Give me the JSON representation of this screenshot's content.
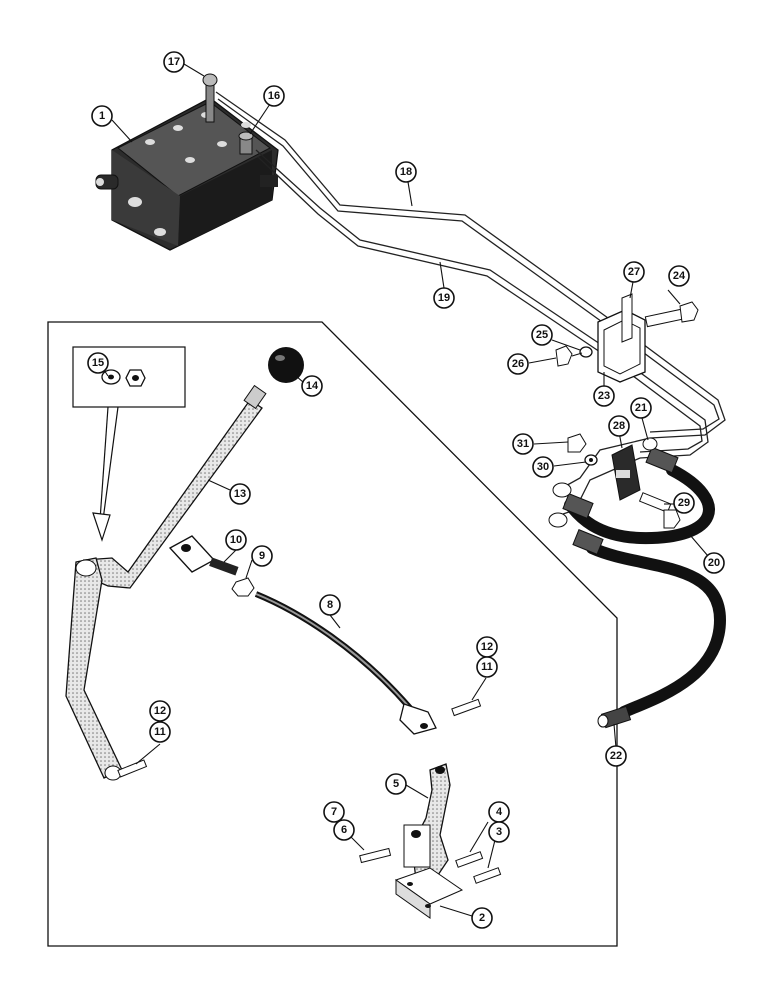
{
  "callouts": {
    "c1": "1",
    "c2": "2",
    "c3": "3",
    "c4": "4",
    "c5": "5",
    "c6": "6",
    "c7": "7",
    "c8": "8",
    "c9": "9",
    "c10": "10",
    "c11a": "11",
    "c11b": "11",
    "c12a": "12",
    "c12b": "12",
    "c13": "13",
    "c14": "14",
    "c15": "15",
    "c16": "16",
    "c17": "17",
    "c18": "18",
    "c19": "19",
    "c20": "20",
    "c21": "21",
    "c22": "22",
    "c23": "23",
    "c24": "24",
    "c25": "25",
    "c26": "26",
    "c27": "27",
    "c28": "28",
    "c29": "29",
    "c30": "30",
    "c31": "31"
  }
}
